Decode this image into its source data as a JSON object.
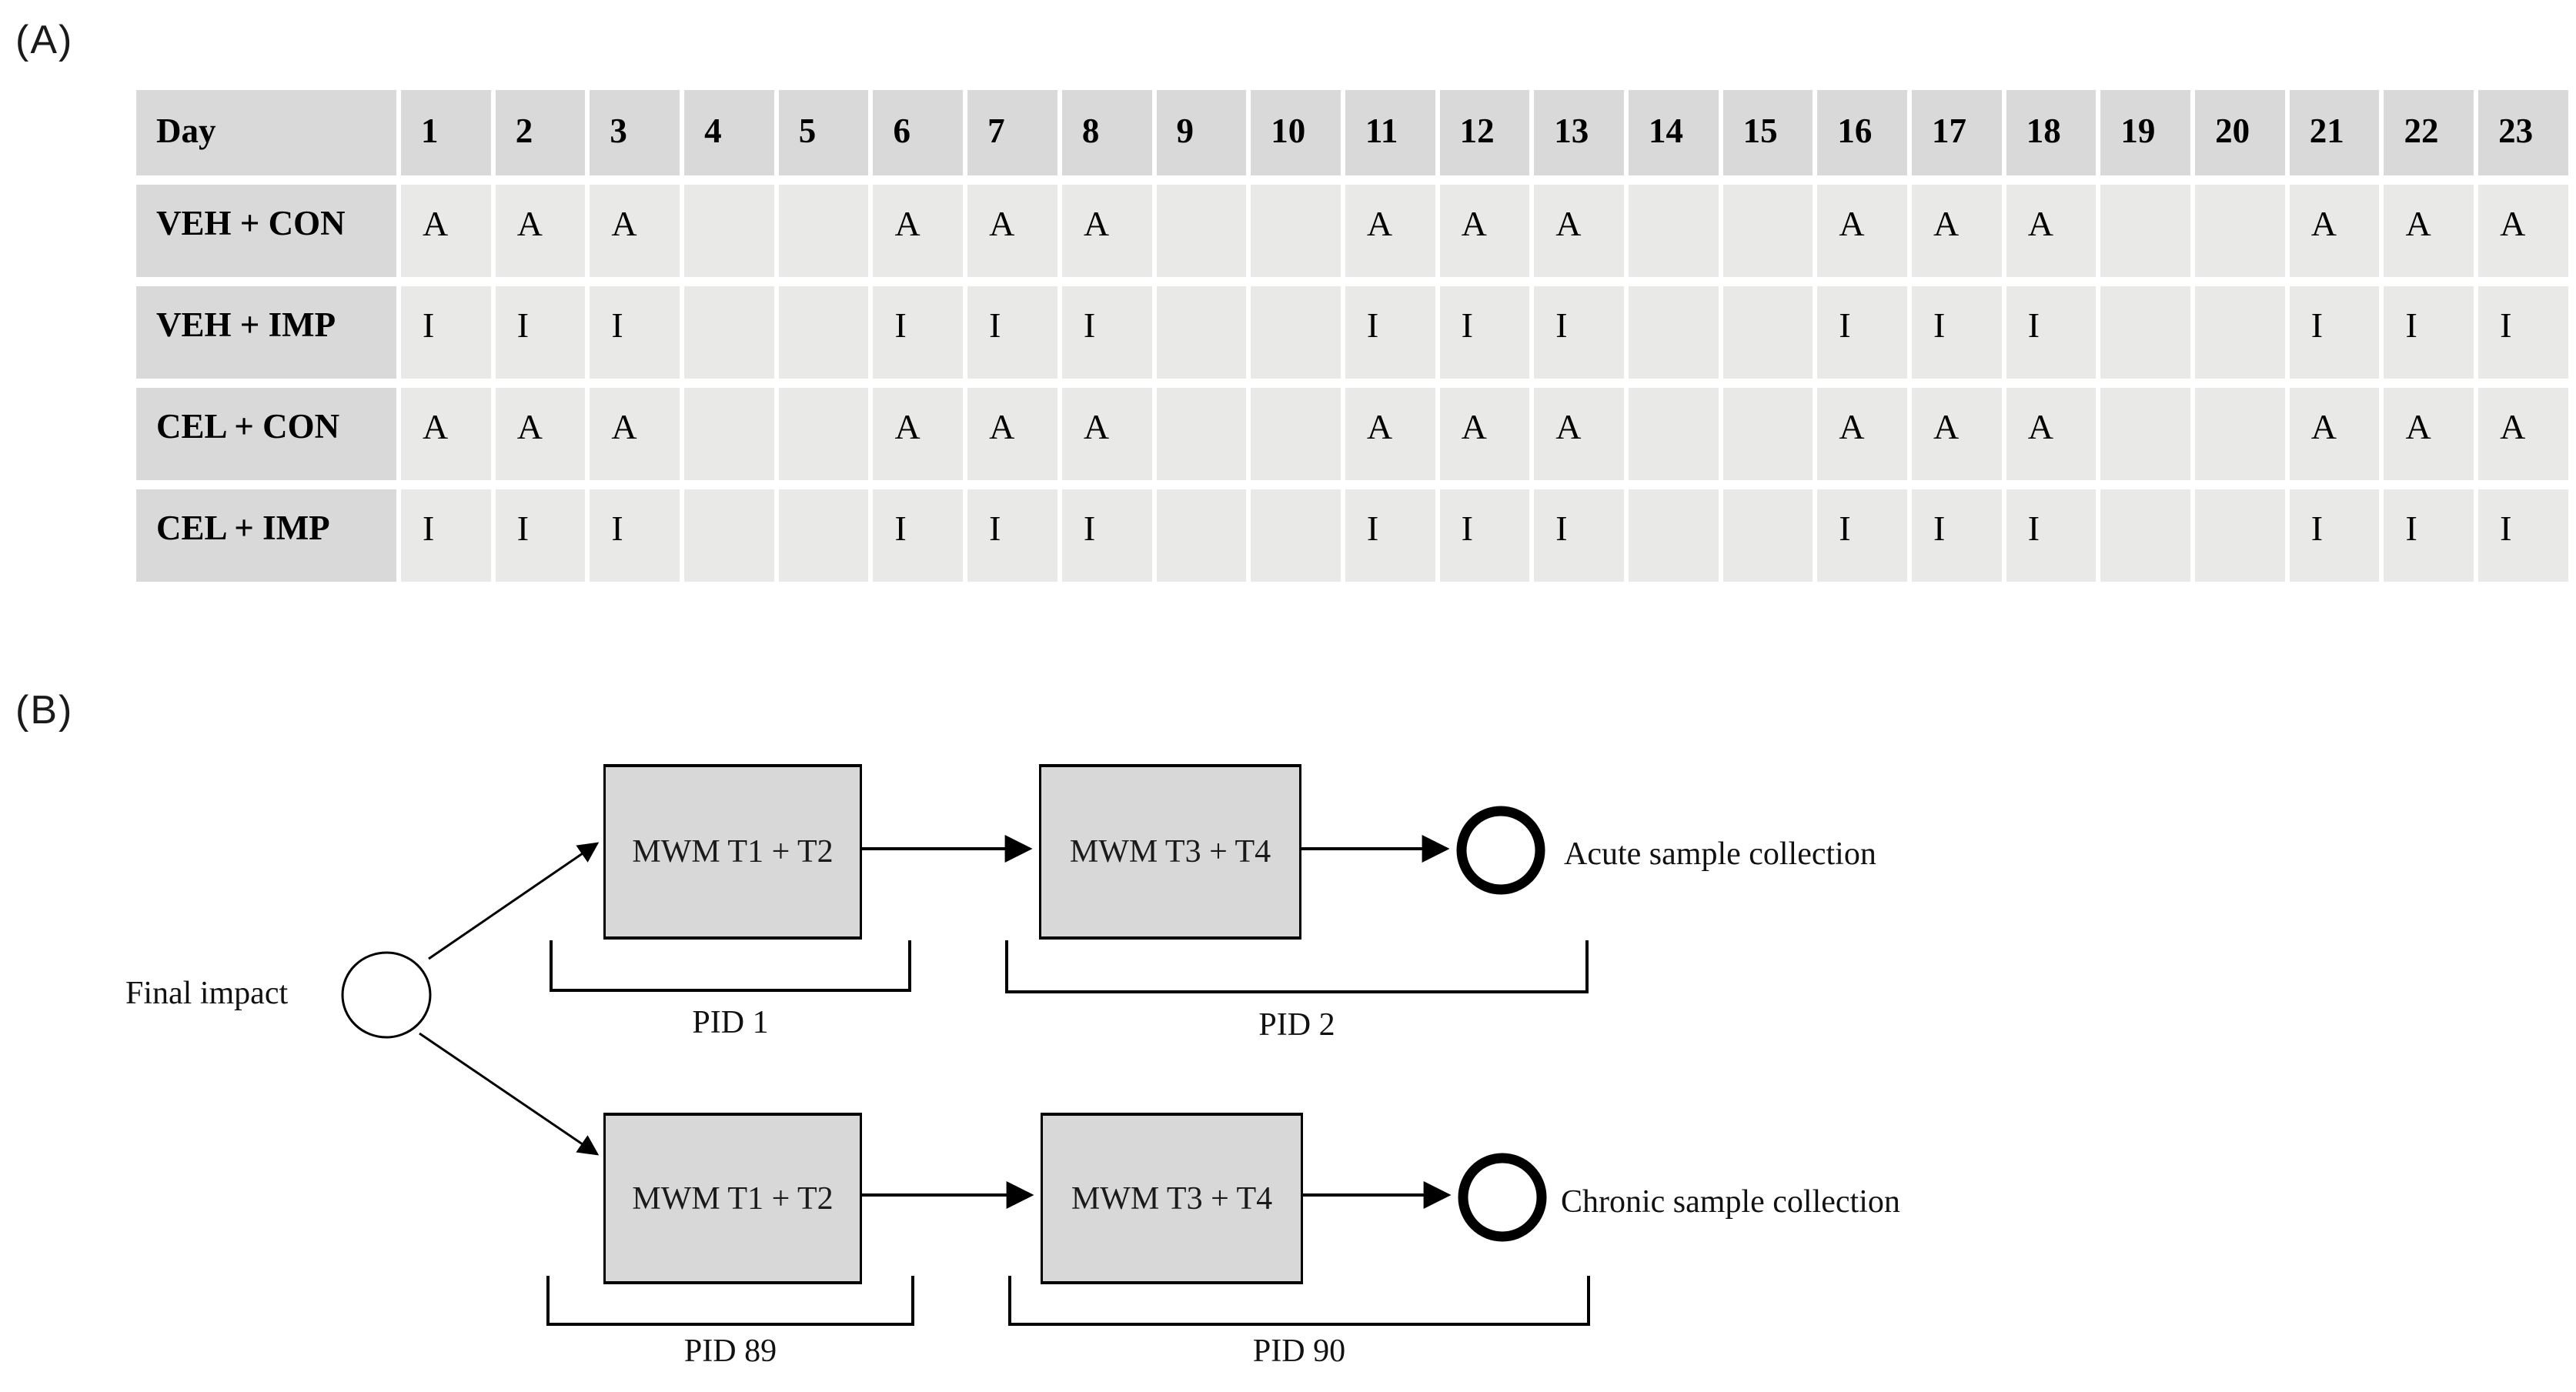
{
  "figure": {
    "panel_a": {
      "label": "(A)",
      "table": {
        "header": [
          "Day",
          "1",
          "2",
          "3",
          "4",
          "5",
          "6",
          "7",
          "8",
          "9",
          "10",
          "11",
          "12",
          "13",
          "14",
          "15",
          "16",
          "17",
          "18",
          "19",
          "20",
          "21",
          "22",
          "23"
        ],
        "rows": [
          {
            "label": "VEH + CON",
            "mark": "A",
            "cells": [
              "A",
              "A",
              "A",
              "",
              "",
              "A",
              "A",
              "A",
              "",
              "",
              "A",
              "A",
              "A",
              "",
              "",
              "A",
              "A",
              "A",
              "",
              "",
              "A",
              "A",
              "A"
            ]
          },
          {
            "label": "VEH + IMP",
            "mark": "I",
            "cells": [
              "I",
              "I",
              "I",
              "",
              "",
              "I",
              "I",
              "I",
              "",
              "",
              "I",
              "I",
              "I",
              "",
              "",
              "I",
              "I",
              "I",
              "",
              "",
              "I",
              "I",
              "I"
            ]
          },
          {
            "label": "CEL + CON",
            "mark": "A",
            "cells": [
              "A",
              "A",
              "A",
              "",
              "",
              "A",
              "A",
              "A",
              "",
              "",
              "A",
              "A",
              "A",
              "",
              "",
              "A",
              "A",
              "A",
              "",
              "",
              "A",
              "A",
              "A"
            ]
          },
          {
            "label": "CEL + IMP",
            "mark": "I",
            "cells": [
              "I",
              "I",
              "I",
              "",
              "",
              "I",
              "I",
              "I",
              "",
              "",
              "I",
              "I",
              "I",
              "",
              "",
              "I",
              "I",
              "I",
              "",
              "",
              "I",
              "I",
              "I"
            ]
          }
        ],
        "dosing_days": [
          1,
          2,
          3,
          6,
          7,
          8,
          11,
          12,
          13,
          16,
          17,
          18,
          21,
          22,
          23
        ]
      }
    },
    "panel_b": {
      "label": "(B)",
      "source_label": "Final impact",
      "branches": [
        {
          "name": "acute",
          "box1": "MWM T1 + T2",
          "box2": "MWM T3 + T4",
          "outcome": "Acute sample collection",
          "bracket1": "PID 1",
          "bracket2": "PID 2"
        },
        {
          "name": "chronic",
          "box1": "MWM T1 + T2",
          "box2": "MWM T3 + T4",
          "outcome": "Chronic sample collection",
          "bracket1": "PID 89",
          "bracket2": "PID 90"
        }
      ]
    },
    "colors": {
      "header_cell_bg": "#d9d9d9",
      "data_cell_bg": "#e9e9e8",
      "box_bg": "#d8d8d8",
      "line": "#000000",
      "background": "#ffffff"
    }
  }
}
